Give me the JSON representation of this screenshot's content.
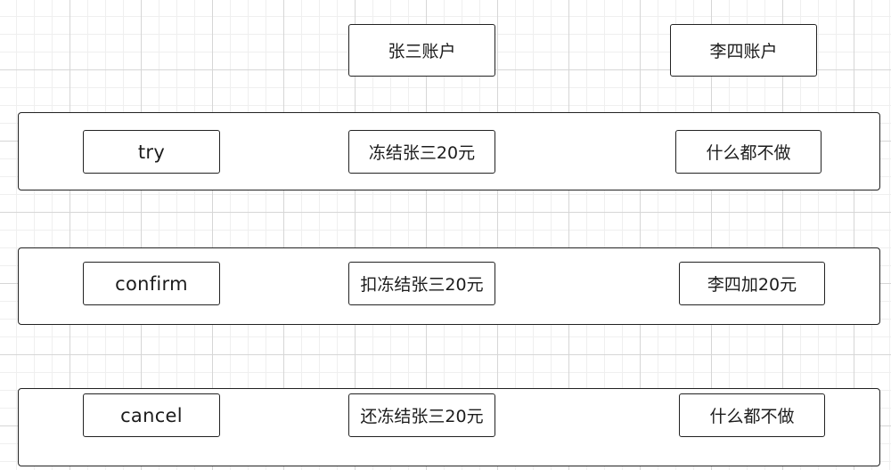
{
  "headers": {
    "account_a": "张三账户",
    "account_b": "李四账户"
  },
  "phases": {
    "try": {
      "label": "try",
      "account_a_action": "冻结张三20元",
      "account_b_action": "什么都不做"
    },
    "confirm": {
      "label": "confirm",
      "account_a_action": "扣冻结张三20元",
      "account_b_action": "李四加20元"
    },
    "cancel": {
      "label": "cancel",
      "account_a_action": "还冻结张三20元",
      "account_b_action": "什么都不做"
    }
  }
}
